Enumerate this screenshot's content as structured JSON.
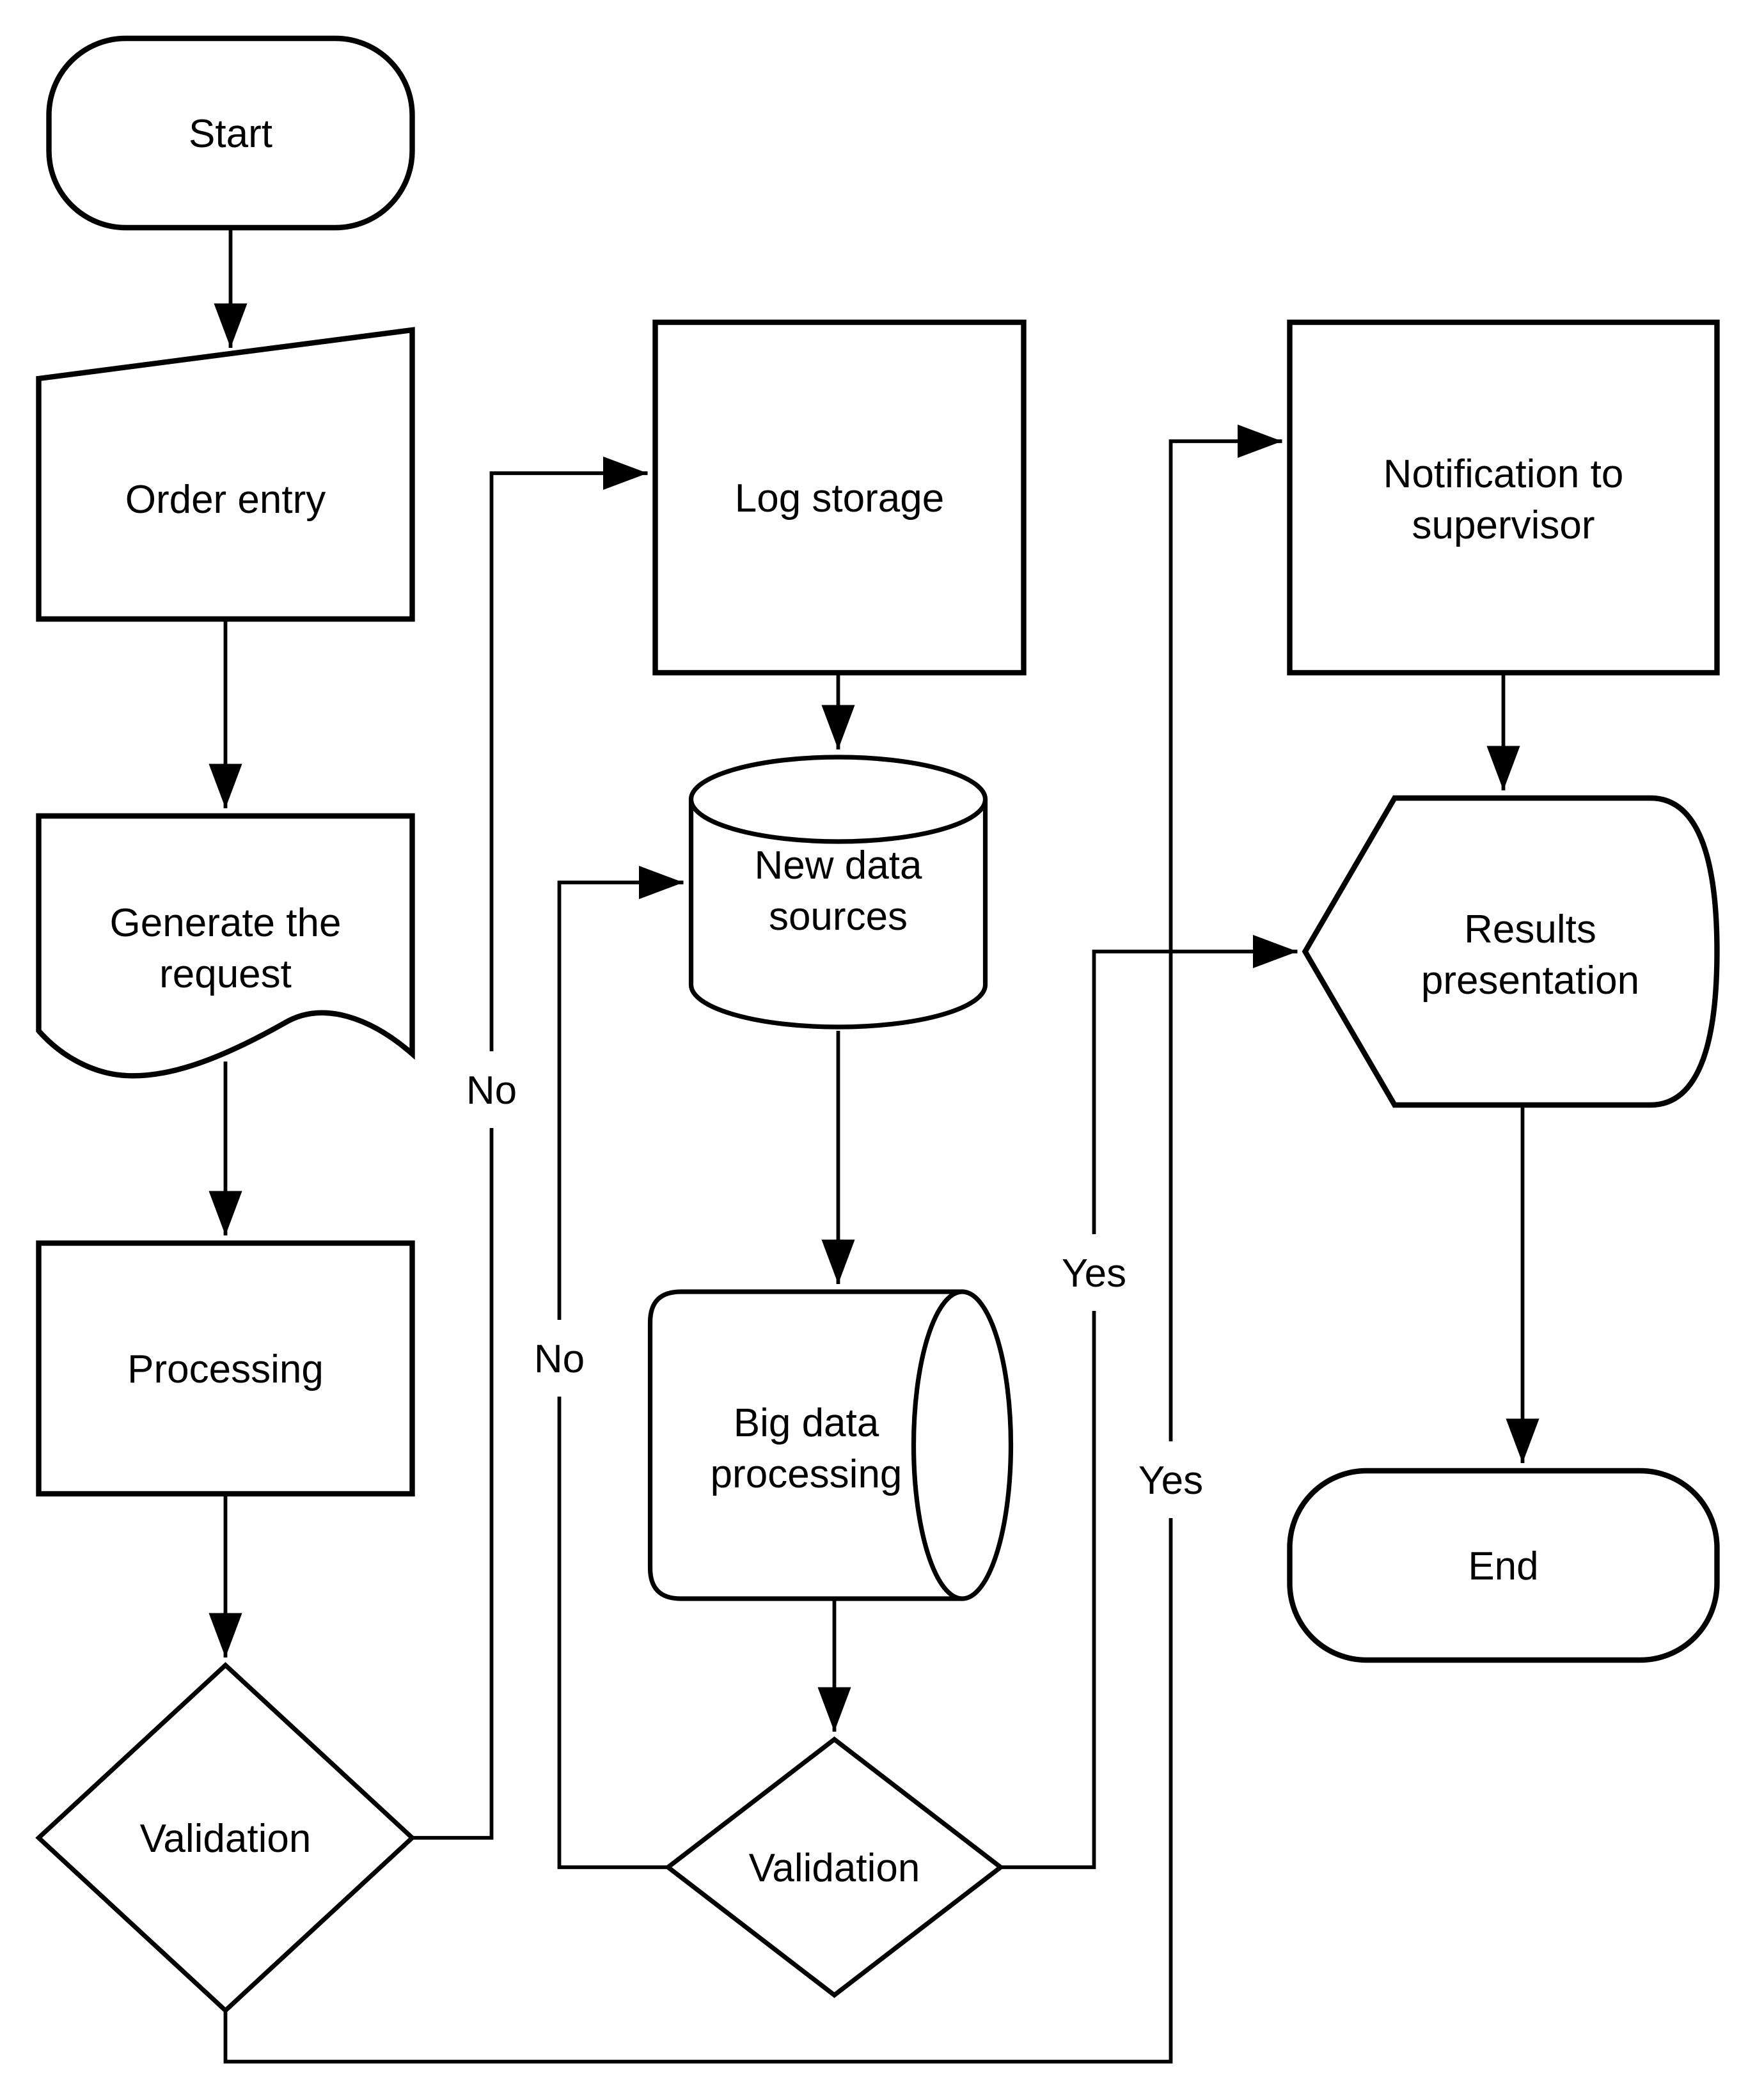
{
  "diagram": {
    "type": "flowchart",
    "background_color": "#ffffff",
    "line_color": "#000000",
    "text_color": "#000000",
    "nodes": {
      "start": {
        "shape": "terminator",
        "label": "Start"
      },
      "order_entry": {
        "shape": "manual-input",
        "label": "Order entry"
      },
      "generate_request": {
        "shape": "document",
        "lines": [
          "Generate the",
          "request"
        ]
      },
      "processing": {
        "shape": "process",
        "label": "Processing"
      },
      "validation1": {
        "shape": "decision",
        "label": "Validation"
      },
      "log_storage": {
        "shape": "process",
        "label": "Log storage"
      },
      "new_data_sources": {
        "shape": "database-cylinder",
        "lines": [
          "New data",
          "sources"
        ]
      },
      "big_data_processing": {
        "shape": "direct-access-storage-cylinder",
        "lines": [
          "Big data",
          "processing"
        ]
      },
      "validation2": {
        "shape": "decision",
        "label": "Validation"
      },
      "notification": {
        "shape": "process",
        "lines": [
          "Notification to",
          "supervisor"
        ]
      },
      "results_presentation": {
        "shape": "display",
        "lines": [
          "Results",
          "presentation"
        ]
      },
      "end": {
        "shape": "terminator",
        "label": "End"
      }
    },
    "edges": [
      {
        "from": "start",
        "to": "order_entry",
        "label": ""
      },
      {
        "from": "order_entry",
        "to": "generate_request",
        "label": ""
      },
      {
        "from": "generate_request",
        "to": "processing",
        "label": ""
      },
      {
        "from": "processing",
        "to": "validation1",
        "label": ""
      },
      {
        "from": "validation1",
        "to": "log_storage",
        "label": "No"
      },
      {
        "from": "validation1",
        "to": "notification",
        "label": "Yes"
      },
      {
        "from": "log_storage",
        "to": "new_data_sources",
        "label": ""
      },
      {
        "from": "new_data_sources",
        "to": "big_data_processing",
        "label": ""
      },
      {
        "from": "big_data_processing",
        "to": "validation2",
        "label": ""
      },
      {
        "from": "validation2",
        "to": "new_data_sources",
        "label": "No"
      },
      {
        "from": "validation2",
        "to": "results_presentation",
        "label": "Yes"
      },
      {
        "from": "notification",
        "to": "results_presentation",
        "label": ""
      },
      {
        "from": "results_presentation",
        "to": "end",
        "label": ""
      }
    ]
  }
}
